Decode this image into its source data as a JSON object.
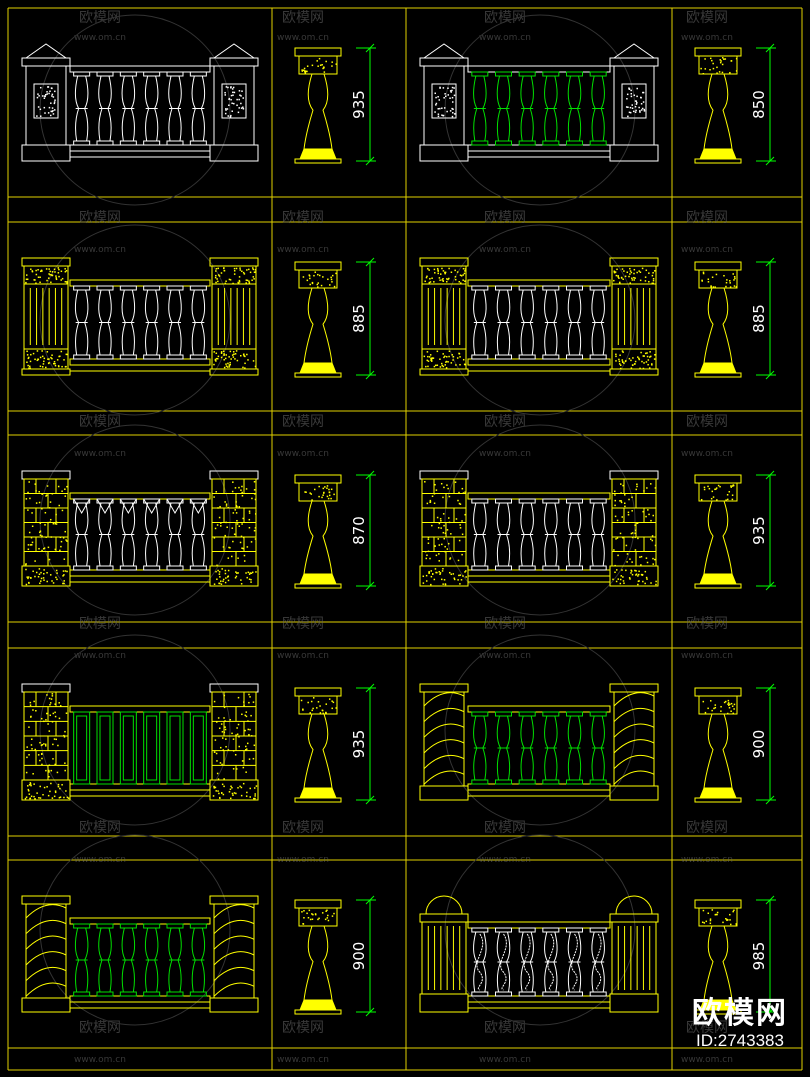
{
  "sheet": {
    "colors": {
      "grid": "#e0d000",
      "yellow": "#ffff00",
      "green": "#00e000",
      "white": "#ffffff",
      "dim_green": "#00ff00",
      "watermark": "#666666"
    }
  },
  "watermark": {
    "logo_text": "欧模网",
    "url_text": "www.om.cn"
  },
  "brand": {
    "logo": "欧模网",
    "id": "ID:2743383"
  },
  "rows": [
    {
      "left": {
        "elevation": {
          "style": "white-capped",
          "baluster_color": "white"
        },
        "section": {
          "dimension": "935"
        }
      },
      "right": {
        "elevation": {
          "style": "white-capped",
          "baluster_color": "green"
        },
        "section": {
          "dimension": "850"
        }
      }
    },
    {
      "left": {
        "elevation": {
          "style": "fluted",
          "baluster_color": "white"
        },
        "section": {
          "dimension": "885"
        }
      },
      "right": {
        "elevation": {
          "style": "fluted-ornate",
          "baluster_color": "white"
        },
        "section": {
          "dimension": "885"
        }
      }
    },
    {
      "left": {
        "elevation": {
          "style": "stone",
          "baluster_color": "white-v"
        },
        "section": {
          "dimension": "870"
        }
      },
      "right": {
        "elevation": {
          "style": "stone",
          "baluster_color": "white"
        },
        "section": {
          "dimension": "935"
        }
      }
    },
    {
      "left": {
        "elevation": {
          "style": "stone",
          "baluster_color": "green-panel"
        },
        "section": {
          "dimension": "935"
        }
      },
      "right": {
        "elevation": {
          "style": "twisted",
          "baluster_color": "green"
        },
        "section": {
          "dimension": "900"
        }
      }
    },
    {
      "left": {
        "elevation": {
          "style": "twisted",
          "baluster_color": "green"
        },
        "section": {
          "dimension": "900"
        }
      },
      "right": {
        "elevation": {
          "style": "dome",
          "baluster_color": "white-scroll"
        },
        "section": {
          "dimension": "985"
        }
      }
    }
  ]
}
